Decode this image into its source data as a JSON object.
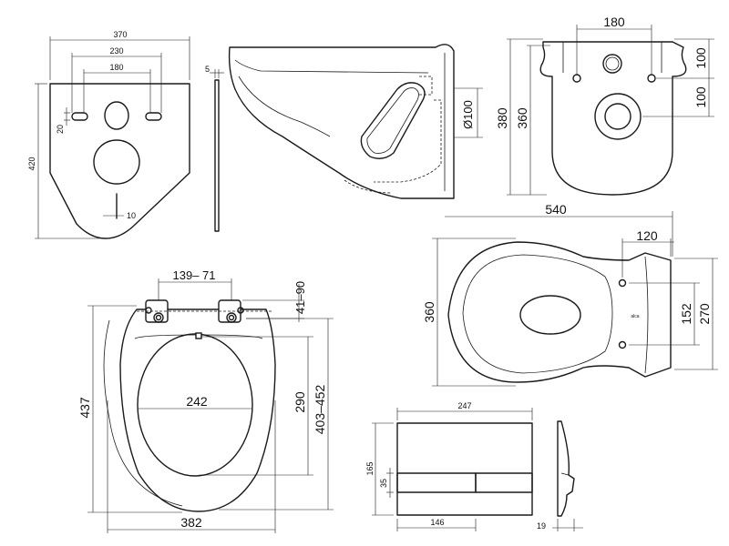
{
  "colors": {
    "line": "#1a1a1a",
    "background": "#ffffff"
  },
  "mounting_plate": {
    "width": "370",
    "outer_holes": "230",
    "inner_holes": "180",
    "height": "420",
    "slot": "20",
    "bottom_slot": "10"
  },
  "plate_side": {
    "thickness": "5"
  },
  "side_view": {
    "outlet": "Ø100"
  },
  "rear_view": {
    "hole_spacing": "180",
    "upper": "100",
    "lower": "100",
    "height_total": "380",
    "height_body": "360"
  },
  "top_view": {
    "length": "540",
    "hole_offset": "120",
    "hole_spacing": "152",
    "rear_width": "270",
    "width": "360",
    "logo": "alca"
  },
  "seat": {
    "hinge_spacing": "139– 71",
    "hinge_depth": "41–90",
    "inner_width": "242",
    "opening": "290",
    "height": "437",
    "width": "382",
    "range": "403–452"
  },
  "flush_plate": {
    "width": "247",
    "height": "165",
    "button_height": "35",
    "button_width": "146",
    "depth": "19"
  }
}
